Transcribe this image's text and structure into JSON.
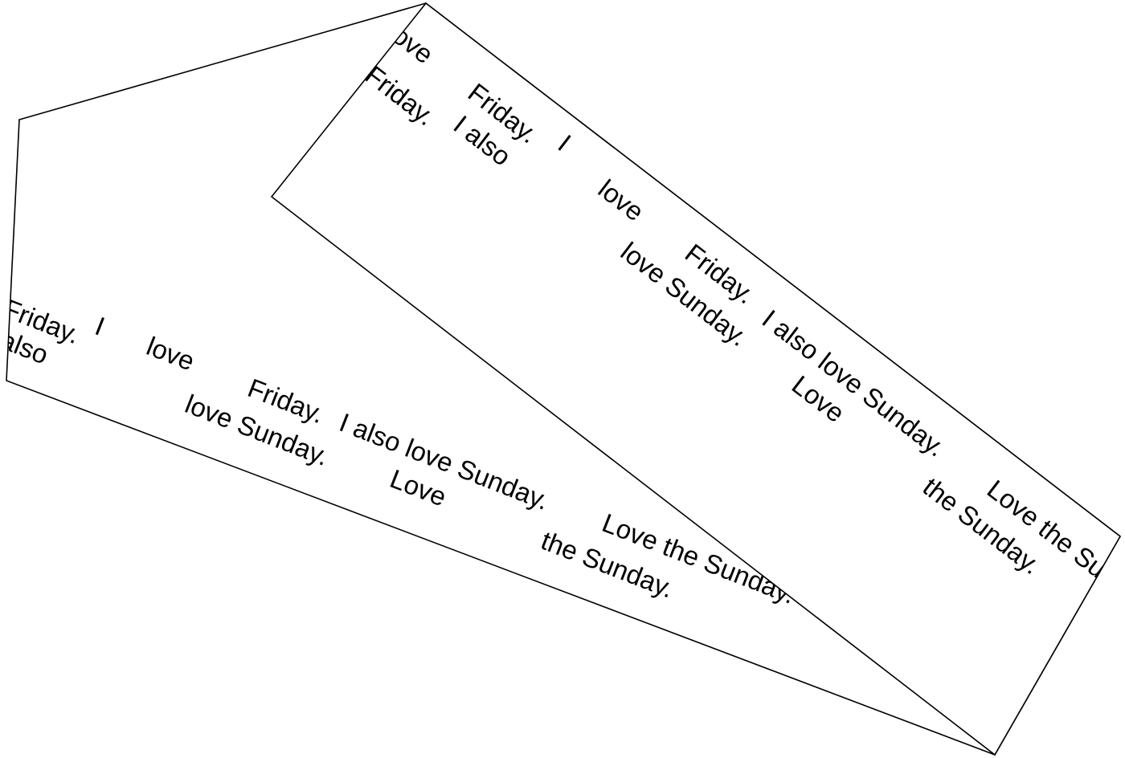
{
  "colors": {
    "background": "#ffffff",
    "stroke": "#000000",
    "text": "#000000"
  },
  "left_panel": {
    "lines": [
      {
        "row1": [
          "Friday.",
          "I",
          "love",
          "Friday.",
          "I also love Sunday.",
          "Love the Sunday."
        ],
        "row2": [
          "also",
          "love Sunday.",
          "Love",
          "the Sunday."
        ]
      }
    ]
  },
  "right_panel": {
    "lines": [
      {
        "row1": [
          "love",
          "Friday.",
          "Friday.",
          "I",
          "love",
          "Friday.",
          "I also love Sunday.",
          "Love the Su"
        ],
        "row2": [
          "I also",
          "love Sunday.",
          "Love",
          "the Sunday."
        ]
      }
    ]
  }
}
